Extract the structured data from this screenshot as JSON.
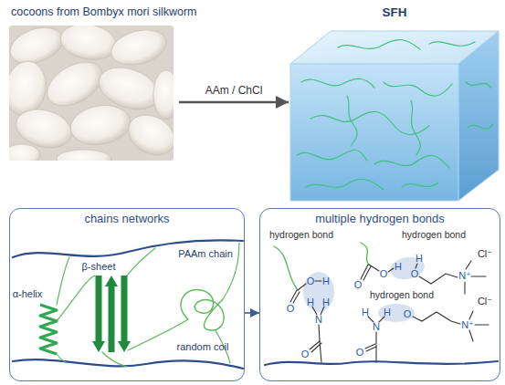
{
  "diagram": {
    "nodes": [
      {
        "text": [
          "cocoons from Bombyx mori silkworm"
        ]
      },
      {
        "text": [
          "SFH"
        ]
      },
      {
        "text": [
          "chains networks"
        ]
      },
      {
        "text": [
          "multiple hydrogen bonds"
        ]
      }
    ],
    "edges": [
      {
        "from": 0,
        "to": 1,
        "arrow": "to",
        "label": "AAm / ChCl"
      },
      {
        "from": 2,
        "to": 3,
        "arrow": "to"
      }
    ],
    "labels": [
      "PAAm chain",
      "β-sheet",
      "α-helix",
      "random coil",
      "hydrogen bond",
      "hydrogen bond",
      "hydrogen bond",
      "O",
      "O",
      "H",
      "H",
      "H",
      "N",
      "O",
      "O",
      "O",
      "H",
      "H",
      "O",
      "N⁺",
      "Cl⁻",
      "O",
      "N",
      "H",
      "H",
      "O",
      "N⁺",
      "Cl⁻"
    ]
  }
}
